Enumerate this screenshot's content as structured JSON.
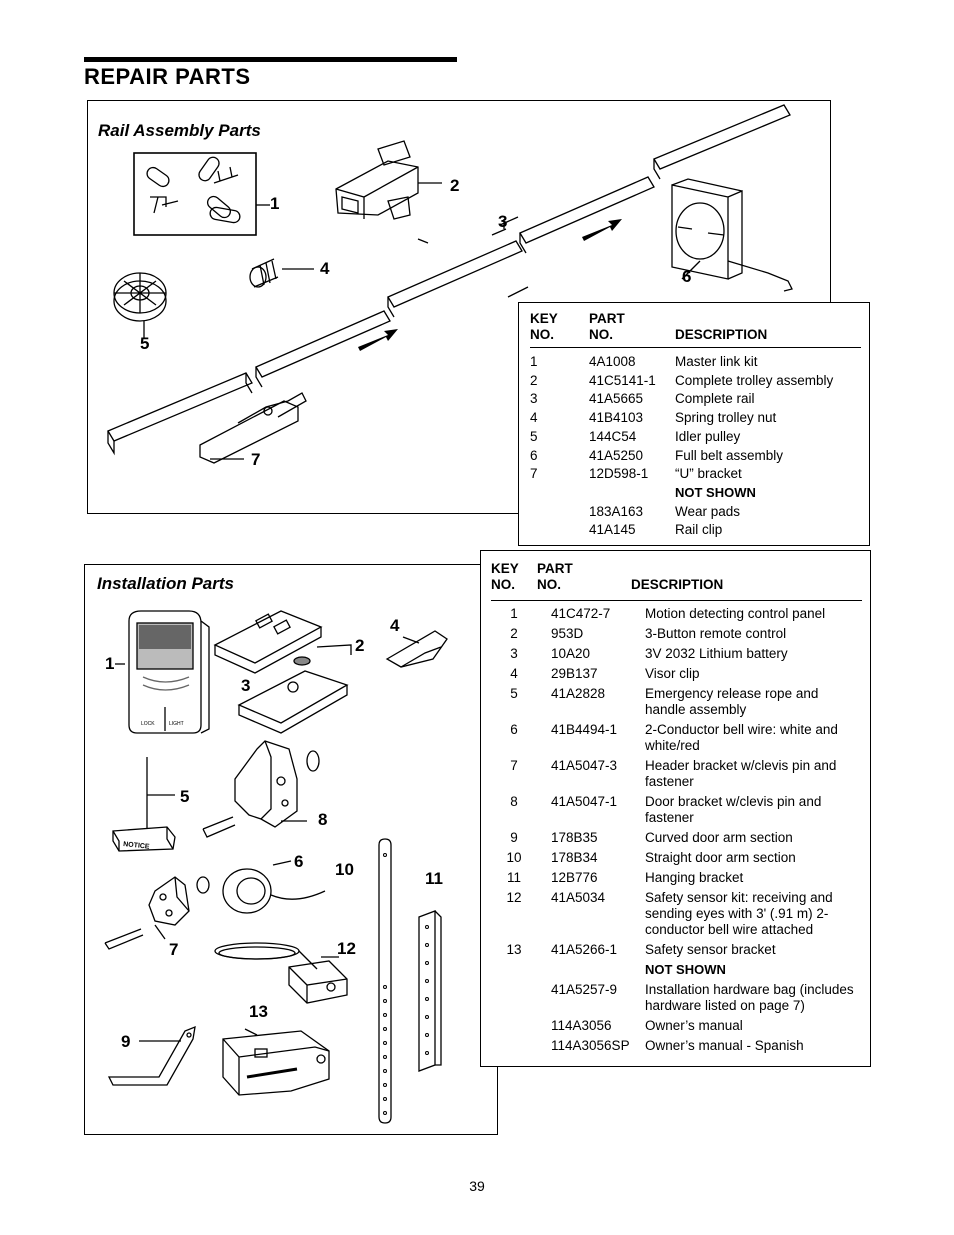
{
  "page": {
    "title": "REPAIR PARTS",
    "page_number": "39"
  },
  "rail_assembly": {
    "title": "Rail Assembly Parts",
    "callouts": [
      "1",
      "2",
      "3",
      "4",
      "5",
      "6",
      "7"
    ],
    "columns": {
      "key_line1": "KEY",
      "key_line2": "NO.",
      "part_line1": "PART",
      "part_line2": "NO.",
      "description": "DESCRIPTION"
    },
    "rows": [
      {
        "key": "1",
        "part": "4A1008",
        "desc": "Master link kit"
      },
      {
        "key": "2",
        "part": "41C5141-1",
        "desc": "Complete trolley assembly"
      },
      {
        "key": "3",
        "part": "41A5665",
        "desc": "Complete rail"
      },
      {
        "key": "4",
        "part": "41B4103",
        "desc": "Spring trolley nut"
      },
      {
        "key": "5",
        "part": "144C54",
        "desc": "Idler pulley"
      },
      {
        "key": "6",
        "part": "41A5250",
        "desc": "Full belt assembly"
      },
      {
        "key": "7",
        "part": "12D598-1",
        "desc": "“U” bracket"
      }
    ],
    "not_shown_label": "NOT SHOWN",
    "not_shown": [
      {
        "part": "183A163",
        "desc": "Wear pads"
      },
      {
        "part": "41A145",
        "desc": "Rail clip"
      }
    ]
  },
  "installation": {
    "title": "Installation Parts",
    "callouts": [
      "1",
      "2",
      "3",
      "4",
      "5",
      "6",
      "7",
      "8",
      "9",
      "10",
      "11",
      "12",
      "13"
    ],
    "notice_label": "NOTICE",
    "panel_labels": {
      "lock": "LOCK",
      "light": "LIGHT"
    },
    "columns": {
      "key_line1": "KEY",
      "key_line2": "NO.",
      "part_line1": "PART",
      "part_line2": "NO.",
      "description": "DESCRIPTION"
    },
    "rows": [
      {
        "key": "1",
        "part": "41C472-7",
        "desc": "Motion detecting control panel"
      },
      {
        "key": "2",
        "part": "953D",
        "desc": "3-Button remote control"
      },
      {
        "key": "3",
        "part": "10A20",
        "desc": "3V 2032 Lithium battery"
      },
      {
        "key": "4",
        "part": "29B137",
        "desc": "Visor clip"
      },
      {
        "key": "5",
        "part": "41A2828",
        "desc": "Emergency release rope and handle assembly"
      },
      {
        "key": "6",
        "part": "41B4494-1",
        "desc": "2-Conductor bell wire: white and white/red"
      },
      {
        "key": "7",
        "part": "41A5047-3",
        "desc": "Header bracket w/clevis pin and fastener"
      },
      {
        "key": "8",
        "part": "41A5047-1",
        "desc": "Door bracket w/clevis pin and fastener"
      },
      {
        "key": "9",
        "part": "178B35",
        "desc": "Curved door arm section"
      },
      {
        "key": "10",
        "part": "178B34",
        "desc": "Straight door arm section"
      },
      {
        "key": "11",
        "part": "12B776",
        "desc": "Hanging bracket"
      },
      {
        "key": "12",
        "part": "41A5034",
        "desc": "Safety sensor kit: receiving and sending eyes with 3' (.91 m) 2-conductor bell wire attached"
      },
      {
        "key": "13",
        "part": "41A5266-1",
        "desc": "Safety sensor bracket"
      }
    ],
    "not_shown_label": "NOT SHOWN",
    "not_shown": [
      {
        "part": "41A5257-9",
        "desc": "Installation hardware bag (includes hardware listed on page 7)"
      },
      {
        "part": "114A3056",
        "desc": "Owner’s manual"
      },
      {
        "part": "114A3056SP",
        "desc": "Owner’s manual - Spanish"
      }
    ]
  }
}
